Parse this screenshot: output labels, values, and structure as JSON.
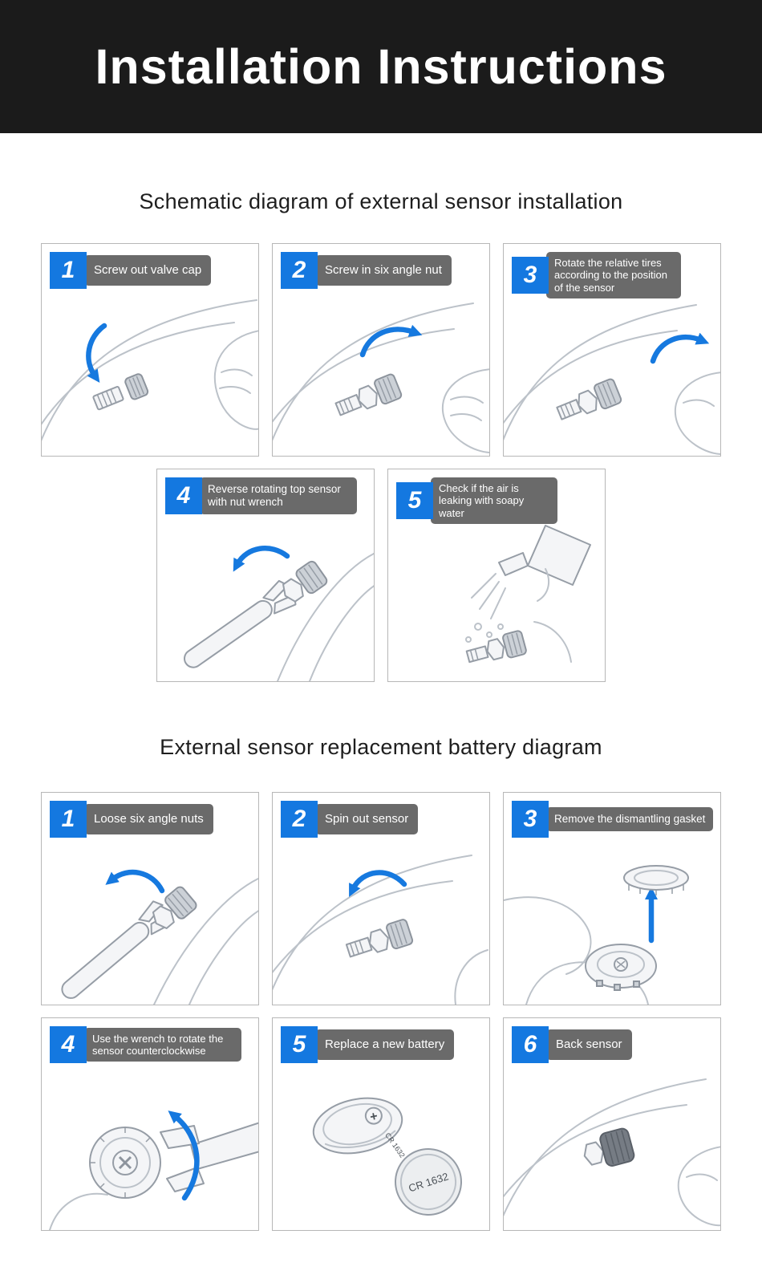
{
  "banner": {
    "title": "Installation Instructions"
  },
  "sections": [
    {
      "title": "Schematic diagram of external sensor installation",
      "steps": [
        {
          "num": "1",
          "label": "Screw out valve cap"
        },
        {
          "num": "2",
          "label": "Screw in six angle nut"
        },
        {
          "num": "3",
          "label": "Rotate the relative tires according to the position of the sensor"
        },
        {
          "num": "4",
          "label": "Reverse rotating top sensor with nut wrench"
        },
        {
          "num": "5",
          "label": "Check if the air is leaking with soapy water"
        }
      ]
    },
    {
      "title": "External sensor replacement battery diagram",
      "steps": [
        {
          "num": "1",
          "label": "Loose six angle nuts"
        },
        {
          "num": "2",
          "label": "Spin out sensor"
        },
        {
          "num": "3",
          "label": "Remove the dismantling gasket"
        },
        {
          "num": "4",
          "label": "Use the wrench to rotate the sensor counterclockwise"
        },
        {
          "num": "5",
          "label": "Replace a new battery"
        },
        {
          "num": "6",
          "label": "Back sensor"
        }
      ]
    }
  ],
  "battery": {
    "model": "CR 1632",
    "polarity": "+"
  },
  "colors": {
    "accent_blue": "#1478e0",
    "label_gray": "#6a6a6a",
    "banner_black": "#1b1b1b"
  }
}
